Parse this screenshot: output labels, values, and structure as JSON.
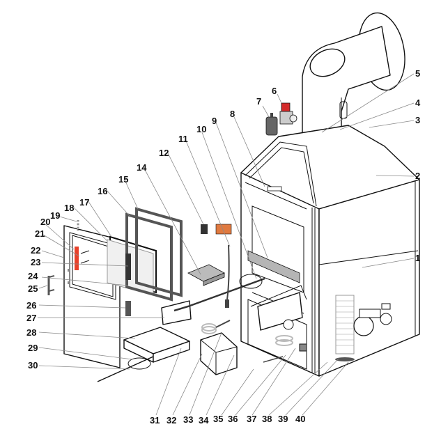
{
  "diagram": {
    "title": "Exploded parts view - boiler stove",
    "colors": {
      "line": "#111111",
      "leader": "#8a8a8a",
      "accent_red": "#e8402a",
      "accent_orange": "#e07a40",
      "grey_part": "#b5b5b5"
    },
    "parts": [
      {
        "number": "1"
      },
      {
        "number": "2"
      },
      {
        "number": "3"
      },
      {
        "number": "4"
      },
      {
        "number": "5"
      },
      {
        "number": "6"
      },
      {
        "number": "7"
      },
      {
        "number": "8"
      },
      {
        "number": "9"
      },
      {
        "number": "10"
      },
      {
        "number": "11"
      },
      {
        "number": "12"
      },
      {
        "number": "14"
      },
      {
        "number": "15"
      },
      {
        "number": "16"
      },
      {
        "number": "17"
      },
      {
        "number": "18"
      },
      {
        "number": "19"
      },
      {
        "number": "20"
      },
      {
        "number": "21"
      },
      {
        "number": "22"
      },
      {
        "number": "23"
      },
      {
        "number": "24"
      },
      {
        "number": "25"
      },
      {
        "number": "26"
      },
      {
        "number": "27"
      },
      {
        "number": "28"
      },
      {
        "number": "29"
      },
      {
        "number": "30"
      },
      {
        "number": "31"
      },
      {
        "number": "32"
      },
      {
        "number": "33"
      },
      {
        "number": "34"
      },
      {
        "number": "35"
      },
      {
        "number": "36"
      },
      {
        "number": "37"
      },
      {
        "number": "38"
      },
      {
        "number": "39"
      },
      {
        "number": "40"
      }
    ]
  }
}
